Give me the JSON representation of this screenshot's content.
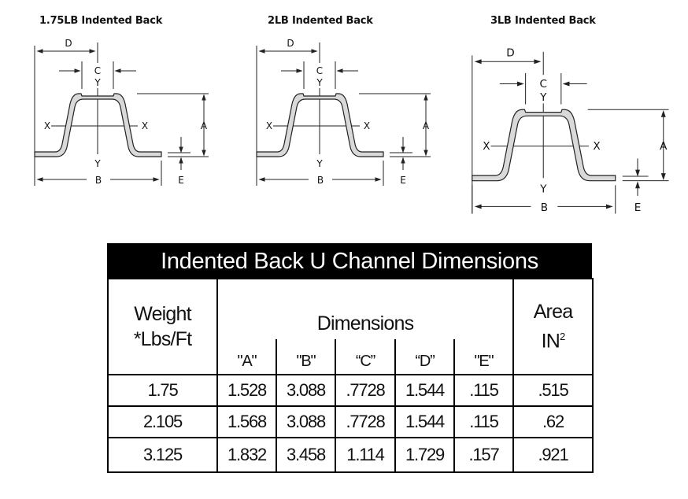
{
  "diagrams": [
    {
      "title": "1.75LB Indented Back",
      "labels": {
        "D": "D",
        "C": "C",
        "Y": "Y",
        "X": "X",
        "A": "A",
        "B": "B",
        "E": "E"
      }
    },
    {
      "title": "2LB Indented Back",
      "labels": {
        "D": "D",
        "C": "C",
        "Y": "Y",
        "X": "X",
        "A": "A",
        "B": "B",
        "E": "E"
      }
    },
    {
      "title": "3LB Indented Back",
      "labels": {
        "D": "D",
        "C": "C",
        "Y": "Y",
        "X": "X",
        "A": "A",
        "B": "B",
        "E": "E"
      }
    }
  ],
  "colors": {
    "profile_fill": "#d9d9d9",
    "title_bar": "#000000"
  },
  "table": {
    "title": "Indented Back U Channel Dimensions",
    "weight_header": "Weight",
    "weight_sub": "*Lbs/Ft",
    "dimensions_header": "Dimensions",
    "area_header": "Area",
    "area_unit": "IN",
    "area_exp": "2",
    "dim_columns": [
      "\"A\"",
      "\"B\"",
      "“C”",
      "“D”",
      "\"E\""
    ],
    "rows": [
      {
        "weight": "1.75",
        "dims": [
          "1.528",
          "3.088",
          ".7728",
          "1.544",
          ".115"
        ],
        "area": ".515"
      },
      {
        "weight": "2.105",
        "dims": [
          "1.568",
          "3.088",
          ".7728",
          "1.544",
          ".115"
        ],
        "area": ".62"
      },
      {
        "weight": "3.125",
        "dims": [
          "1.832",
          "3.458",
          "1.114",
          "1.729",
          ".157"
        ],
        "area": ".921"
      }
    ]
  }
}
